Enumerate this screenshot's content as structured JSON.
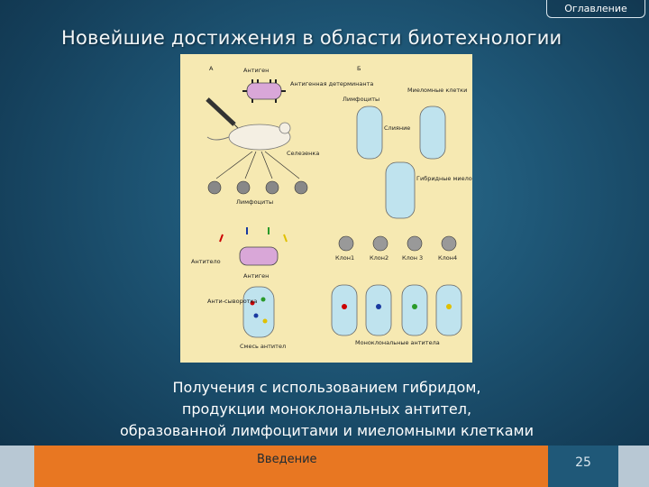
{
  "nav": {
    "toc_label": "Оглавление"
  },
  "slide": {
    "title": "Новейшие достижения в области биотехнологии",
    "caption_lines": [
      "Получения с использованием гибридом,",
      "продукции моноклональных антител,",
      "образованной лимфоцитами и миеломными клетками"
    ]
  },
  "figure": {
    "panel_a": "А",
    "panel_b": "Б",
    "antigen": "Антиген",
    "antigenic_determinant": "Антигенная детерминанта",
    "spleen": "Селезенка",
    "lymphocytes": "Лимфоциты",
    "antigen_bottom": "Антиген",
    "antibody": "Антитело",
    "antiserum": "Анти-сыворотка",
    "antibody_mix": "Смесь антител",
    "lymphocytes_b": "Лимфоциты",
    "myeloma_cells": "Миеломные клетки",
    "fusion": "Слияние",
    "hybrid_cells": "Гибридные миеломные клетки",
    "clone1": "Клон1",
    "clone2": "Клон2",
    "clone3": "Клон 3",
    "clone4": "Клон4",
    "monoclonal": "Моноклональные антитела"
  },
  "footer": {
    "section_label": "Введение",
    "page_number": "25"
  },
  "colors": {
    "footer_orange": "#e87722",
    "figure_background": "#f6e9b2"
  }
}
